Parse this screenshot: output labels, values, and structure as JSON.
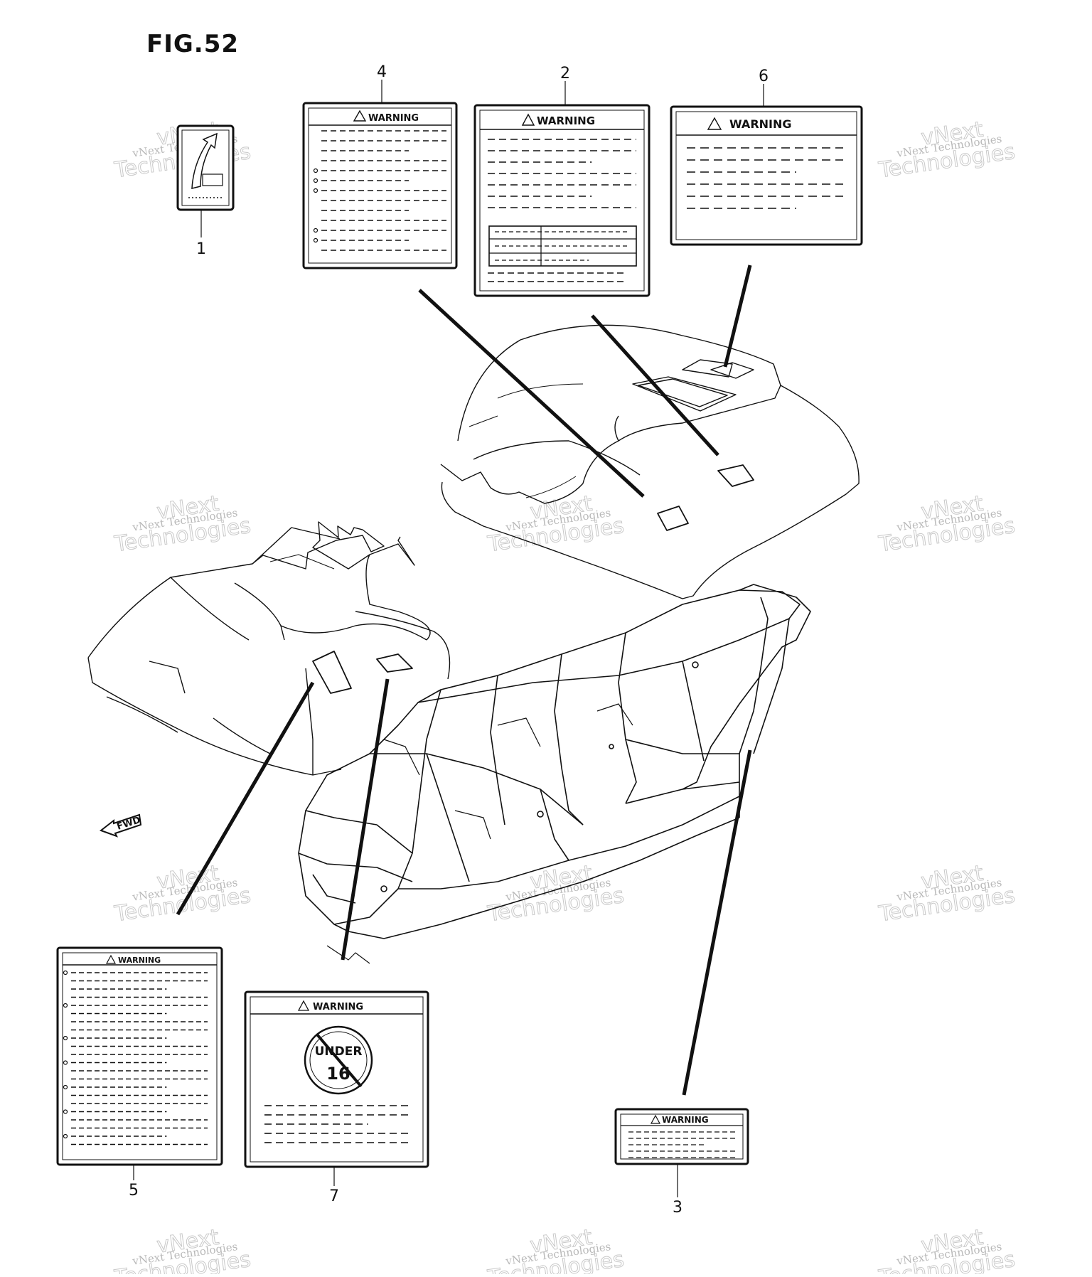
{
  "figure": {
    "title": "FIG.52"
  },
  "callouts": [
    "1",
    "2",
    "3",
    "4",
    "5",
    "6",
    "7"
  ],
  "labels": {
    "warning_text": "WARNING",
    "under_age_text": "UNDER",
    "age_number": "16",
    "forward_arrow_text": "FWD"
  },
  "watermark": {
    "line1": "vNext Technologies",
    "line2": "vNext",
    "line3": "Technologies"
  },
  "colors": {
    "ink": "#111111",
    "watermark": "#c0c0c0",
    "background": "#ffffff"
  }
}
